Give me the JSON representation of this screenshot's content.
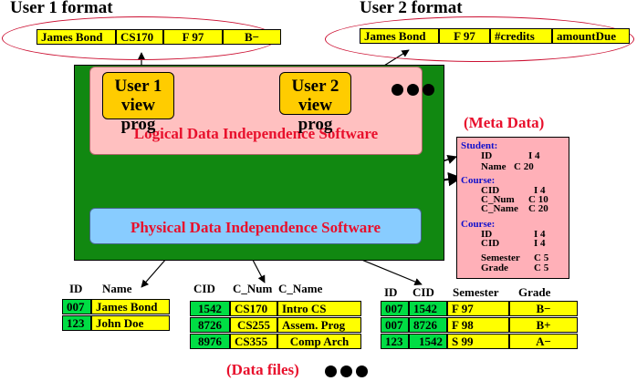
{
  "user1": {
    "title": "User 1 format",
    "cells": [
      "James Bond",
      "CS170",
      "F 97",
      "B−"
    ]
  },
  "user2": {
    "title": "User 2 format",
    "cells": [
      "James Bond",
      "F 97",
      "#credits",
      "amountDue"
    ]
  },
  "view1": {
    "line1": "User 1",
    "line2": "view prog"
  },
  "view2": {
    "line1": "User 2",
    "line2": "view prog"
  },
  "logical_label": "Logical Data Independence Software",
  "physical_label": "Physical Data Independence Software",
  "meta_title": "(Meta Data)",
  "meta": {
    "student": {
      "head": "Student:",
      "rows": [
        [
          "ID",
          "I  4"
        ],
        [
          "Name",
          "C  20"
        ]
      ]
    },
    "course1": {
      "head": "Course:",
      "rows": [
        [
          "CID",
          "I  4"
        ],
        [
          "C_Num",
          "C  10"
        ],
        [
          "C_Name",
          "C  20"
        ]
      ]
    },
    "course2": {
      "head": "Course:",
      "rows": [
        [
          "ID",
          "I  4"
        ],
        [
          "CID",
          "I  4"
        ],
        [
          "Semester",
          "C  5"
        ],
        [
          "Grade",
          "C  5"
        ]
      ]
    }
  },
  "students": {
    "headers": [
      "ID",
      "Name"
    ],
    "rows": [
      [
        "007",
        "James Bond"
      ],
      [
        "123",
        "John Doe"
      ]
    ]
  },
  "courses": {
    "headers": [
      "CID",
      "C_Num",
      "C_Name"
    ],
    "rows": [
      [
        "1542",
        "CS170",
        "Intro CS"
      ],
      [
        "8726",
        "CS255",
        "Assem. Prog"
      ],
      [
        "8976",
        "CS355",
        "Comp Arch"
      ]
    ]
  },
  "enroll": {
    "headers": [
      "ID",
      "CID",
      "Semester",
      "Grade"
    ],
    "rows": [
      [
        "007",
        "1542",
        "F 97",
        "B−"
      ],
      [
        "007",
        "8726",
        "F 98",
        "B+"
      ],
      [
        "123",
        "1542",
        "S 99",
        "A−"
      ]
    ]
  },
  "data_files_label": "(Data files)"
}
